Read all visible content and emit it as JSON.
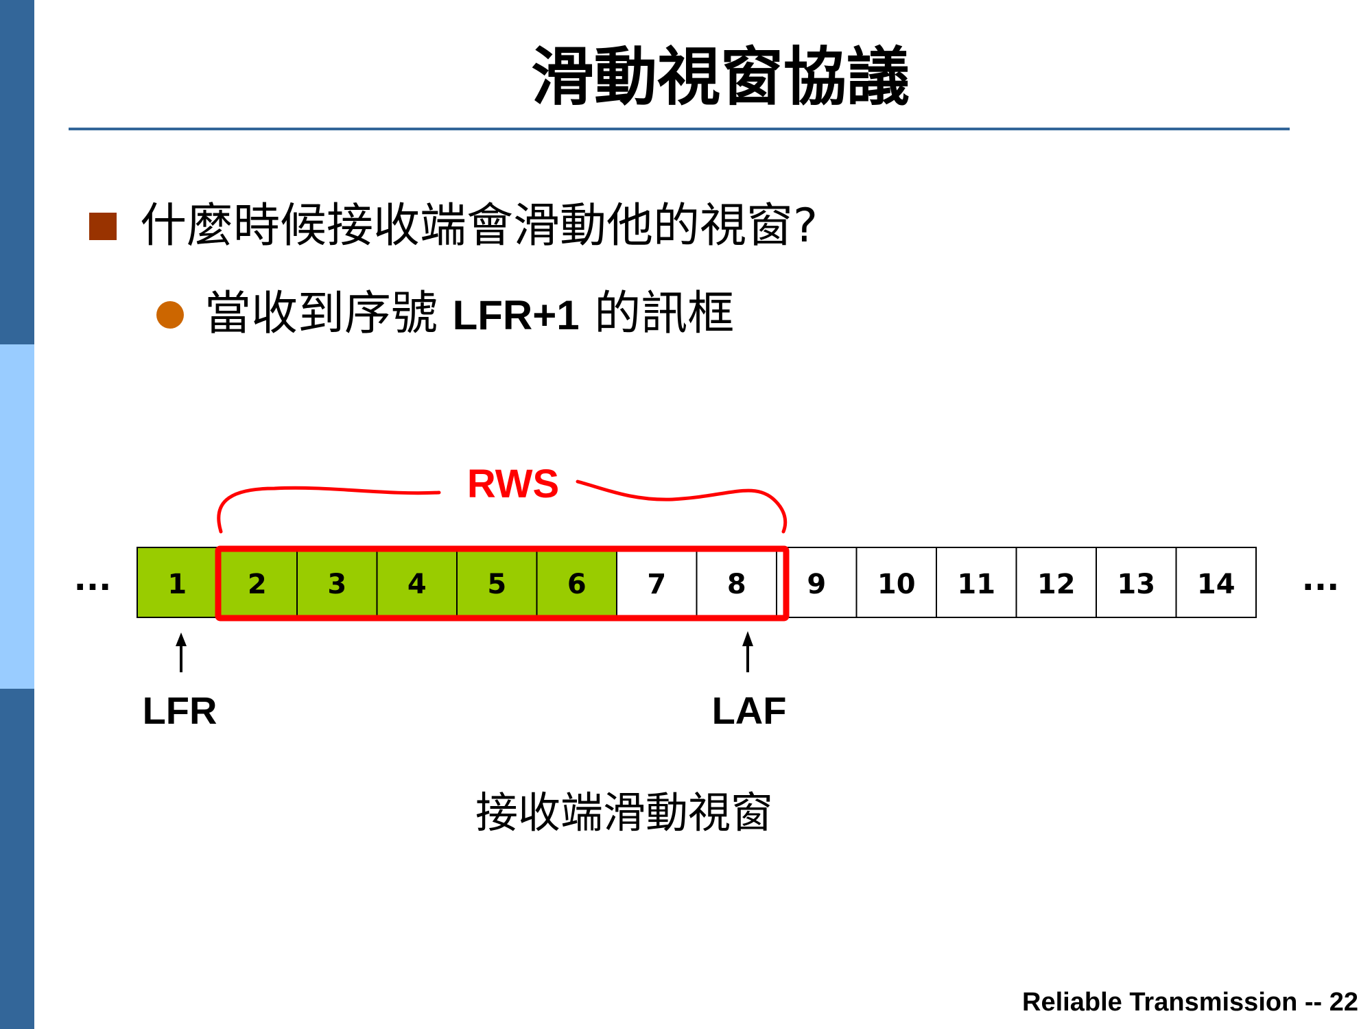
{
  "slide": {
    "title": "滑動視窗協議",
    "bullet1": "什麼時候接收端會滑動他的視窗?",
    "bullet2_before": "當收到序號 ",
    "bullet2_code": "LFR+1",
    "bullet2_after": " 的訊框",
    "caption": "接收端滑動視窗",
    "footer": "Reliable Transmission -- 22",
    "colors": {
      "accent_blue": "#336699",
      "light_blue": "#99ccff",
      "bullet_square": "#993300",
      "bullet_dot": "#cc6600",
      "received_frame": "#99cc00",
      "window_border": "#ff0000"
    }
  },
  "diagram": {
    "ellipsis": "...",
    "frames": [
      {
        "label": "1",
        "received": true
      },
      {
        "label": "2",
        "received": true
      },
      {
        "label": "3",
        "received": true
      },
      {
        "label": "4",
        "received": true
      },
      {
        "label": "5",
        "received": true
      },
      {
        "label": "6",
        "received": true
      },
      {
        "label": "7",
        "received": false
      },
      {
        "label": "8",
        "received": false
      },
      {
        "label": "9",
        "received": false
      },
      {
        "label": "10",
        "received": false
      },
      {
        "label": "11",
        "received": false
      },
      {
        "label": "12",
        "received": false
      },
      {
        "label": "13",
        "received": false
      },
      {
        "label": "14",
        "received": false
      }
    ],
    "window_label": "RWS",
    "window_first_frame": "2",
    "window_last_frame": "8",
    "pointers": [
      {
        "label": "LFR",
        "frame": "1"
      },
      {
        "label": "LAF",
        "frame": "8"
      }
    ]
  }
}
